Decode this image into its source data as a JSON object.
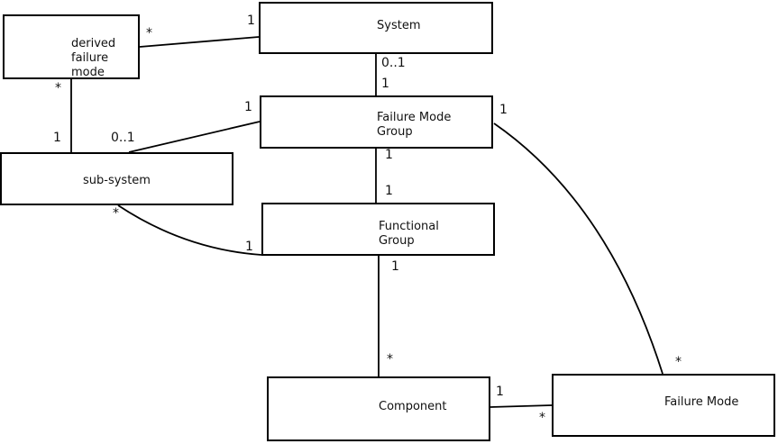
{
  "diagram": {
    "type": "uml-class-relationship-diagram",
    "background_color": "#ffffff",
    "line_color": "#000000",
    "text_color": "#111111",
    "nodes": [
      {
        "id": "derived-failure-mode",
        "label": "derived\nfailure\nmode"
      },
      {
        "id": "system",
        "label": "System"
      },
      {
        "id": "failure-mode-group",
        "label": "Failure Mode\nGroup"
      },
      {
        "id": "sub-system",
        "label": "sub-system"
      },
      {
        "id": "functional-group",
        "label": "Functional\nGroup"
      },
      {
        "id": "component",
        "label": "Component"
      },
      {
        "id": "failure-mode",
        "label": "Failure Mode"
      }
    ],
    "edges": [
      {
        "from": "derived failure mode",
        "to": "System",
        "from_mult": "*",
        "to_mult": "1"
      },
      {
        "from": "derived failure mode",
        "to": "sub-system",
        "from_mult": "*",
        "to_mult": "1"
      },
      {
        "from": "sub-system",
        "to": "Failure Mode Group",
        "from_mult": "0..1",
        "to_mult": "1"
      },
      {
        "from": "System",
        "to": "Failure Mode Group",
        "from_mult": "0..1",
        "to_mult": "1"
      },
      {
        "from": "Failure Mode Group",
        "to": "Functional Group",
        "from_mult": "1",
        "to_mult": "1"
      },
      {
        "from": "Functional Group",
        "to": "Component",
        "from_mult": "1",
        "to_mult": "*"
      },
      {
        "from": "sub-system",
        "to": "Functional Group",
        "from_mult": "*",
        "to_mult": "1"
      },
      {
        "from": "Failure Mode Group",
        "to": "Failure Mode",
        "from_mult": "1",
        "to_mult": "*"
      },
      {
        "from": "Component",
        "to": "Failure Mode",
        "from_mult": "1",
        "to_mult": "*"
      }
    ]
  }
}
